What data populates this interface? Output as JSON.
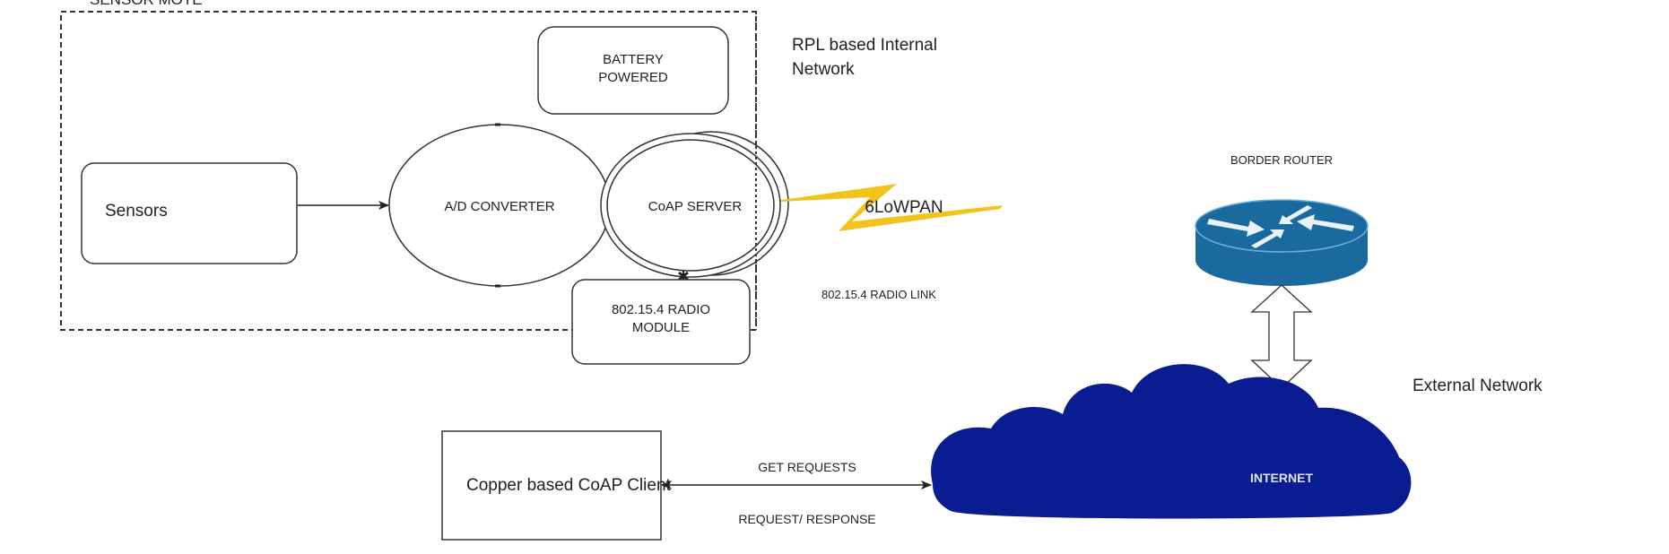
{
  "diagram": {
    "sensor_mote": {
      "title": "SENSOR MOTE",
      "network_label_line1": "RPL based Internal",
      "network_label_line2": "Network"
    },
    "nodes": {
      "battery": {
        "line1": "BATTERY",
        "line2": "POWERED"
      },
      "sensors": {
        "label": "Sensors"
      },
      "adc": {
        "label": "A/D CONVERTER"
      },
      "coap_server": {
        "label": "CoAP SERVER"
      },
      "radio_module": {
        "line1": "802.15.4 RADIO",
        "line2": "MODULE"
      },
      "border_router": {
        "label": "BORDER ROUTER"
      },
      "internet": {
        "label": "INTERNET"
      },
      "coap_client": {
        "label": "Copper based CoAP Client"
      }
    },
    "links": {
      "wireless": {
        "top_label": "6LoWPAN",
        "bottom_label": "802.15.4 RADIO LINK"
      },
      "client_internet": {
        "top_label": "GET REQUESTS",
        "bottom_label": "REQUEST/ RESPONSE"
      }
    },
    "external_network_label": "External Network",
    "colors": {
      "router_blue": "#1a6aa0",
      "router_arrow": "#e8f2f8",
      "cloud_blue": "#0a1c91",
      "lightning_yellow": "#f2c31b",
      "line": "#222222"
    }
  }
}
